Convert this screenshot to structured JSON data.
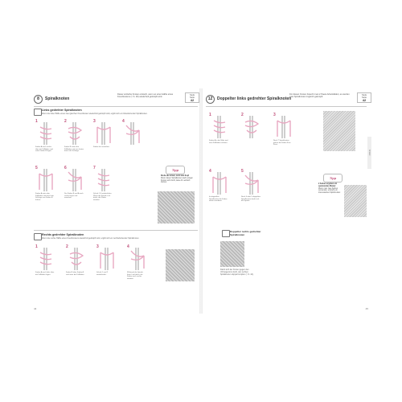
{
  "left": {
    "chapter_num": "8",
    "chapter_title": "Spiralknoten",
    "header_desc": "Dieser einfache Knoten entsteht, wenn an einer Hälfte eines Kreuzknotens (> S. 29) wiederholt geknüpft wird.",
    "stufe_label": "Stufe Seite",
    "stufe_value": "42",
    "section1_title": "Links gedrehter Spiralknoten",
    "section1_desc": "Wenn die linke Hälfte eines zwei gleichen Kreuzknoten wiederholt geknüpft wird, ergibt sich ein linksdrehender Spiralknoten.",
    "steps_row1": [
      {
        "n": "1",
        "cap": "Faden A nach rechts über die Füllfäden und unter Faden B legen."
      },
      {
        "n": "2",
        "cap": "Faden B unter den Füllfäden und von hinten durch die Schlinge."
      },
      {
        "n": "3",
        "cap": "Fäden fest anziehen."
      },
      {
        "n": "4",
        "cap": ""
      }
    ],
    "steps_row2": [
      {
        "n": "5",
        "cap": "Faden A unter den Füllfäden und durch die Schlinge von Faden B führen."
      },
      {
        "n": "6",
        "cap": "Die Fäden B und A nach rechts legen und anziehen."
      },
      {
        "n": "7",
        "cap": "Schritt 1-3 wiederholen. Wenn die Spirale sich dreht, die Fäden wenden."
      },
      {
        "n": "",
        "cap": ""
      }
    ],
    "tipp_label": "Tipp",
    "tipp_title": "Drehe die Arbeit, nicht den Kopf",
    "tipp_text": "Wenn dieser Spiralknoten nach einigen Knoten sich dreht, lasse ihn einfach drehen.",
    "section2_title": "Rechts gedrehter Spiralknoten",
    "section2_desc": "Wenn die rechte Hälfte eines Kreuzknotens wiederholt geknüpft wird, ergibt sich ein rechtsdrehender Spiralknoten.",
    "steps_row3": [
      {
        "n": "1",
        "cap": "Faden A nach links über die Füllfäden legen."
      },
      {
        "n": "2",
        "cap": "Faden B über Faden A und unter die Füllfäden."
      },
      {
        "n": "3",
        "cap": "Schritt 1 und 2 wiederholen."
      },
      {
        "n": "4",
        "cap": "Während die Spirale ihren Lauf dreht, die Fäden nach rechts wenden."
      }
    ],
    "page_number": "44"
  },
  "right": {
    "chapter_num": "12",
    "chapter_title": "Doppelter links gedrehter Spiralknoten",
    "header_desc": "Für diesen Knoten braucht man 2 Paare Arbeitsfäden; es werden zwei Spiralknoten zugleich geknüpft.",
    "stufe_label": "Stufe Seite",
    "stufe_value": "42",
    "steps_row1": [
      {
        "n": "1",
        "cap": "Faden A in die Mitte und zwei Füllfäden nehmen."
      },
      {
        "n": "2",
        "cap": ""
      },
      {
        "n": "3",
        "cap": "Nach 7 Spiralknoten gehen die Fäden B im Kreis."
      }
    ],
    "steps_row2": [
      {
        "n": "4",
        "cap": "Im doppelten Spiralknoten die Fäden weiter anordnen."
      },
      {
        "n": "5",
        "cap": "Nach 4 oder 5 doppelten Spiralknoten dreht sich die Spirale."
      }
    ],
    "tipp_label": "Tipp",
    "tipp_title": "2 Farben ergeben ein spannendes Muster",
    "tipp_text": "Wenn man zwei Farben verwendet, entsteht ein interessantes Spiralmuster.",
    "icon_title": "Doppelter rechts gedrehter Spiralknoten",
    "icon_desc": "Damit sich der Knoten gegen den Uhrzeigersinn dreht, den rechten Spiralknoten doppelt knüpfen (> S. 44).",
    "tab_label": "Knoten",
    "page_number": "45"
  },
  "colors": {
    "cord_pink": "#e8a7c1",
    "cord_grey": "#b9b9b9",
    "accent": "#c0507a"
  }
}
